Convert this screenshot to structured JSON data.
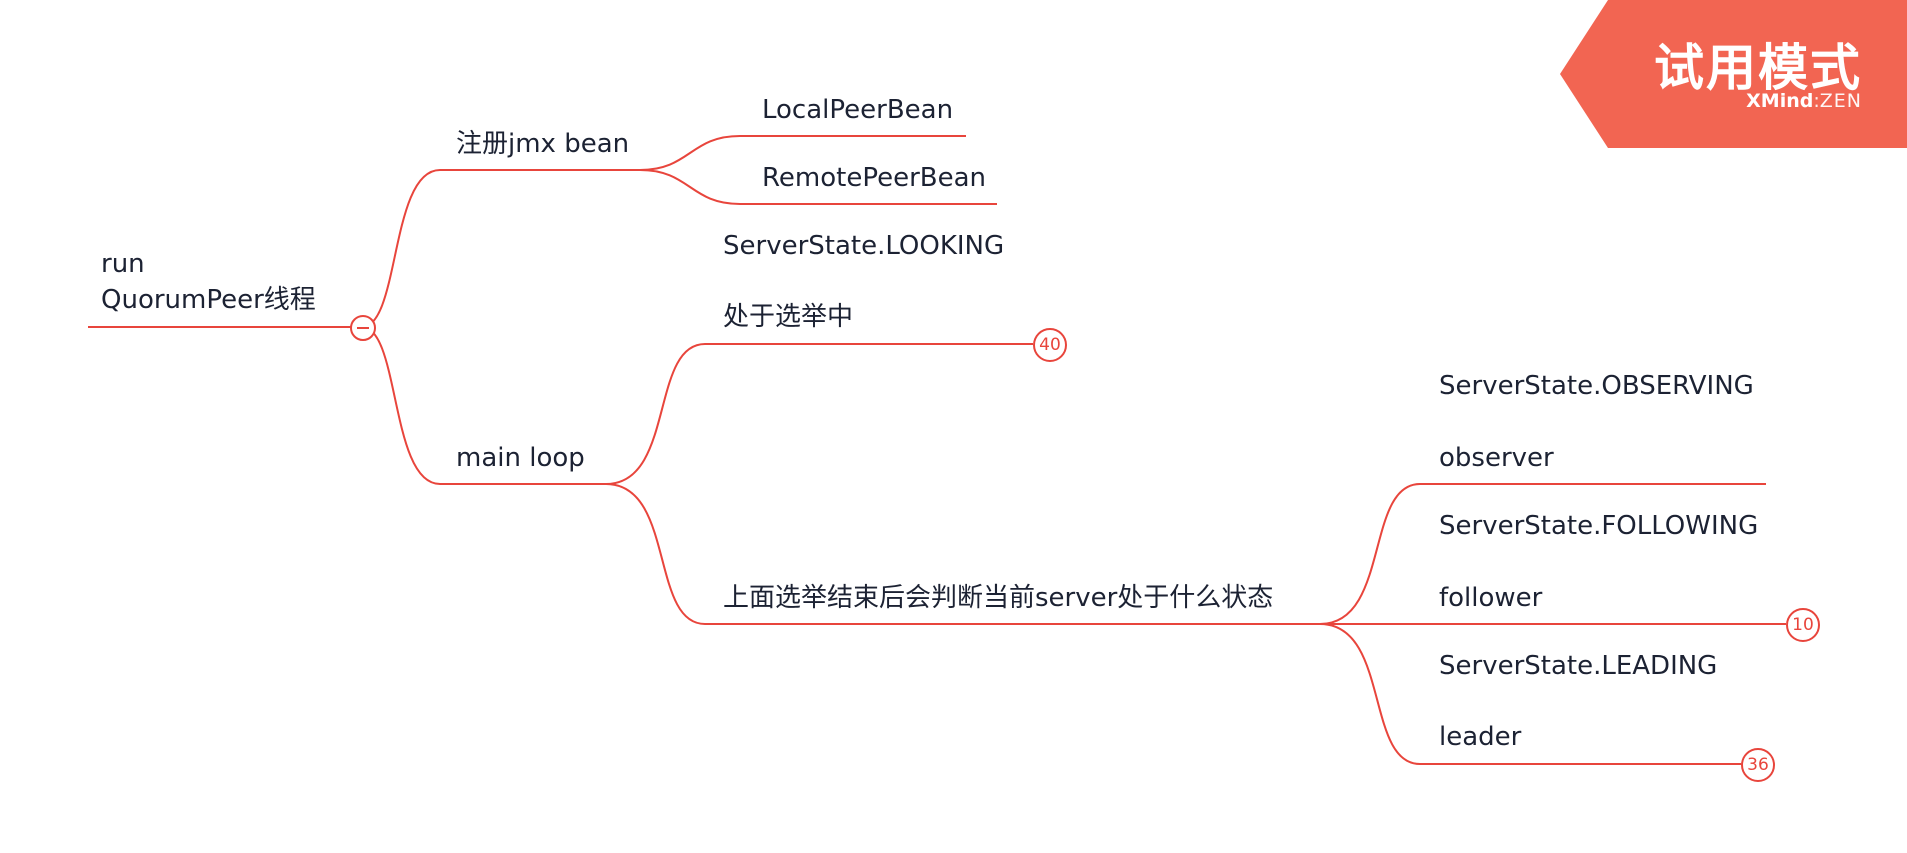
{
  "theme": {
    "line_color": "#e8453c",
    "banner_color": "#f26552",
    "text_color": "#1c2233"
  },
  "trial_banner": {
    "title": "试用模式",
    "brand_main": "XMind",
    "brand_sep": ":",
    "brand_sub": "ZEN"
  },
  "mindmap": {
    "root": {
      "line1": "run",
      "line2": "QuorumPeer线程"
    },
    "register": {
      "label": "注册jmx bean",
      "children": [
        "LocalPeerBean",
        "RemotePeerBean"
      ]
    },
    "main_loop": {
      "label": "main  loop",
      "looking": {
        "note": "ServerState.LOOKING",
        "label": "处于选举中",
        "badge": "40"
      },
      "judge": {
        "label": "上面选举结束后会判断当前server处于什么状态",
        "observing": {
          "note": "ServerState.OBSERVING",
          "label": "observer"
        },
        "following": {
          "note": "ServerState.FOLLOWING",
          "label": "follower",
          "badge": "10"
        },
        "leading": {
          "note": "ServerState.LEADING",
          "label": "leader",
          "badge": "36"
        }
      }
    }
  }
}
